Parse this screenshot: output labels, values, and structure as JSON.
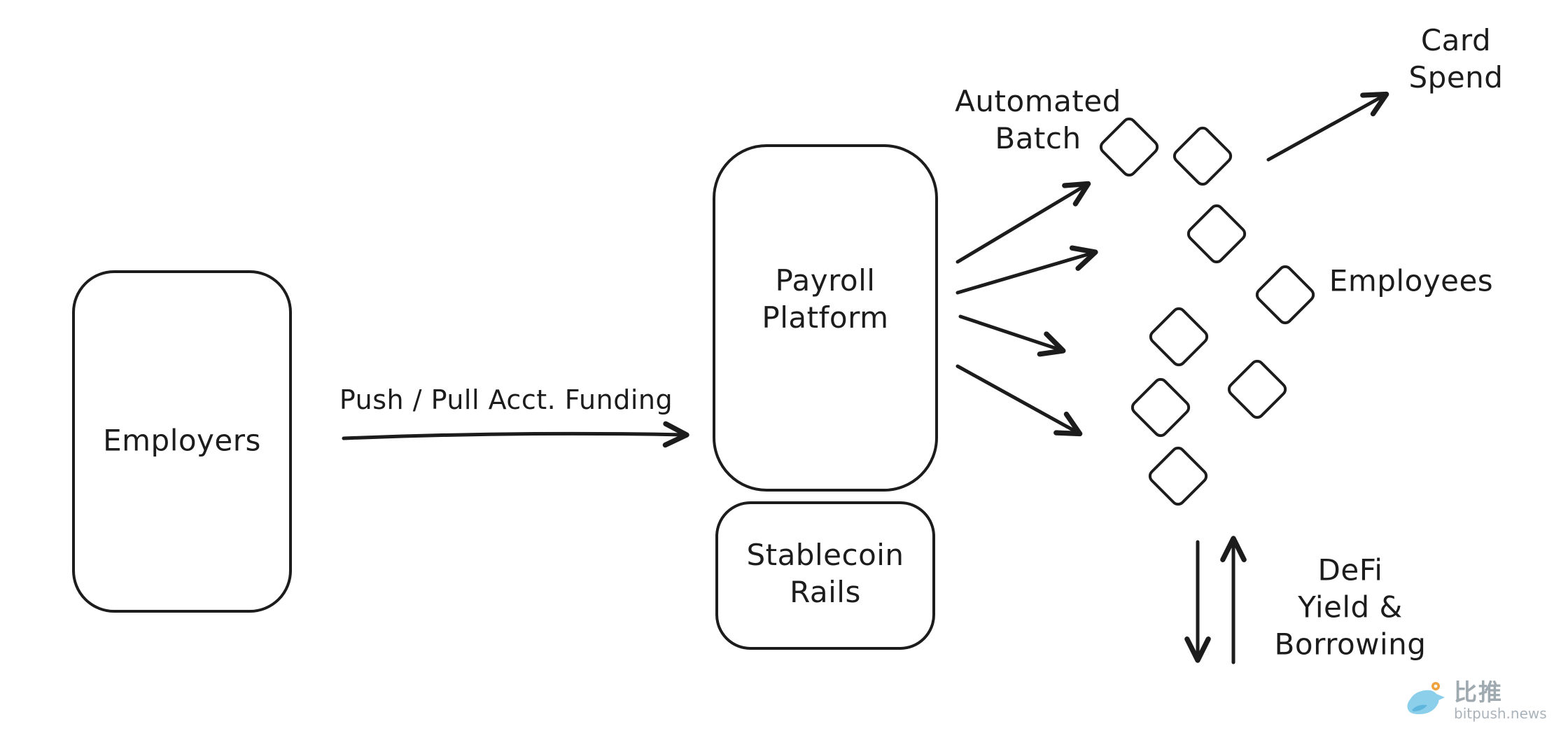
{
  "colors": {
    "ink": "#1c1c1c",
    "background": "#ffffff",
    "watermark_blue": "#8ccfeb",
    "watermark_blue_dark": "#5fb6dd",
    "watermark_orange": "#f0a33c",
    "watermark_gray": "#9fa9b0",
    "watermark_gray_light": "#aab3ba"
  },
  "nodes": {
    "employers": {
      "label": "Employers"
    },
    "payroll_platform": {
      "label": "Payroll\nPlatform"
    },
    "stablecoin_rails": {
      "label": "Stablecoin\nRails"
    }
  },
  "labels": {
    "funding_arrow": "Push / Pull Acct. Funding",
    "automated_batch": "Automated\nBatch",
    "employees": "Employees",
    "card_spend": "Card Spend",
    "defi_yield": "DeFi\nYield &\nBorrowing"
  },
  "watermark": {
    "brand": "比推",
    "site": "bitpush.news"
  }
}
